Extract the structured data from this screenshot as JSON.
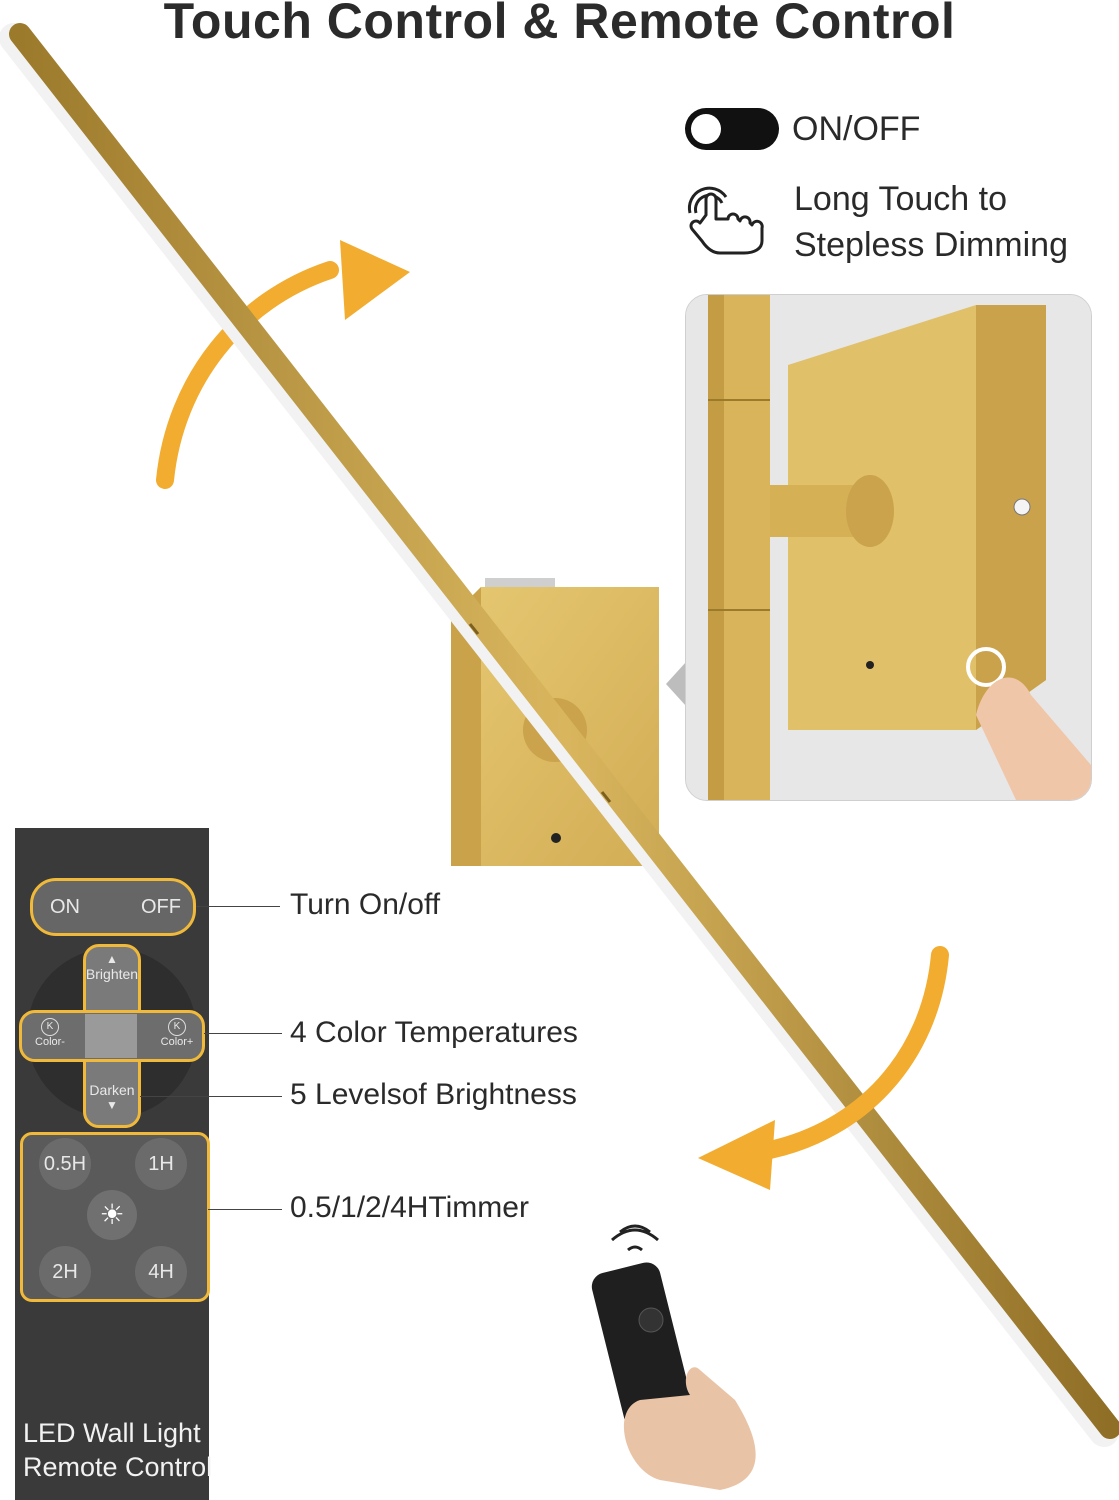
{
  "title": "Touch Control & Remote Control",
  "features": {
    "onoff_label": "ON/OFF",
    "touch_line1": "Long Touch to",
    "touch_line2": "Stepless Dimming",
    "toggle_icon": "toggle-switch-icon",
    "touch_icon": "touch-hand-icon"
  },
  "remote": {
    "on": "ON",
    "off": "OFF",
    "brighten": "Brighten",
    "darken": "Darken",
    "color_minus": "Color-",
    "color_plus": "Color+",
    "k_symbol": "K",
    "timers": [
      "0.5H",
      "1H",
      "2H",
      "4H"
    ],
    "title_line1": "LED Wall Light",
    "title_line2": "Remote Control"
  },
  "callouts": {
    "turn_onoff": "Turn On/off",
    "color_temps": "4 Color Temperatures",
    "brightness": "5 Levelsof Brightness",
    "timer": "0.5/1/2/4HTimmer"
  },
  "colors": {
    "gold": "#c9a24a",
    "gold_light": "#e3c877",
    "arrow_orange": "#f2ac2f",
    "accent_yellow": "#f0b93a",
    "panel_dark": "#3a3a3a"
  }
}
